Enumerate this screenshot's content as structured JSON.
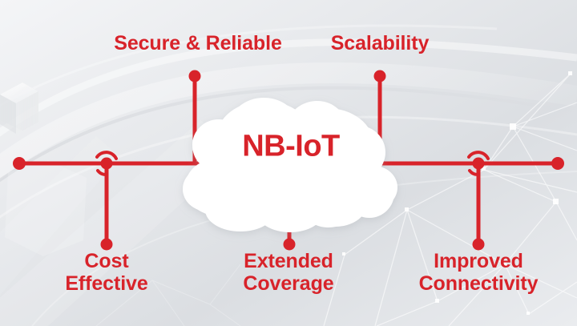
{
  "graphic": {
    "type": "radial-benefits-infographic",
    "center_label": "NB-IoT",
    "accent_color": "#d8232a",
    "background_color": "#e3e6e9",
    "cloud_color": "#ffffff"
  },
  "nodes": {
    "top_left": {
      "label": "Secure & Reliable",
      "lines": [
        "Secure & Reliable"
      ]
    },
    "top_right": {
      "label": "Scalability",
      "lines": [
        "Scalability"
      ]
    },
    "bottom_left": {
      "label": "Cost Effective",
      "lines": [
        "Cost",
        "Effective"
      ]
    },
    "bottom_center": {
      "label": "Extended Coverage",
      "lines": [
        "Extended",
        "Coverage"
      ]
    },
    "bottom_right": {
      "label": "Improved Connectivity",
      "lines": [
        "Improved",
        "Connectivity"
      ]
    }
  },
  "labels": {
    "secure": "Secure & Reliable",
    "scalability": "Scalability",
    "cost": "Cost\nEffective",
    "extended": "Extended\nCoverage",
    "improved": "Improved\nConnectivity"
  }
}
